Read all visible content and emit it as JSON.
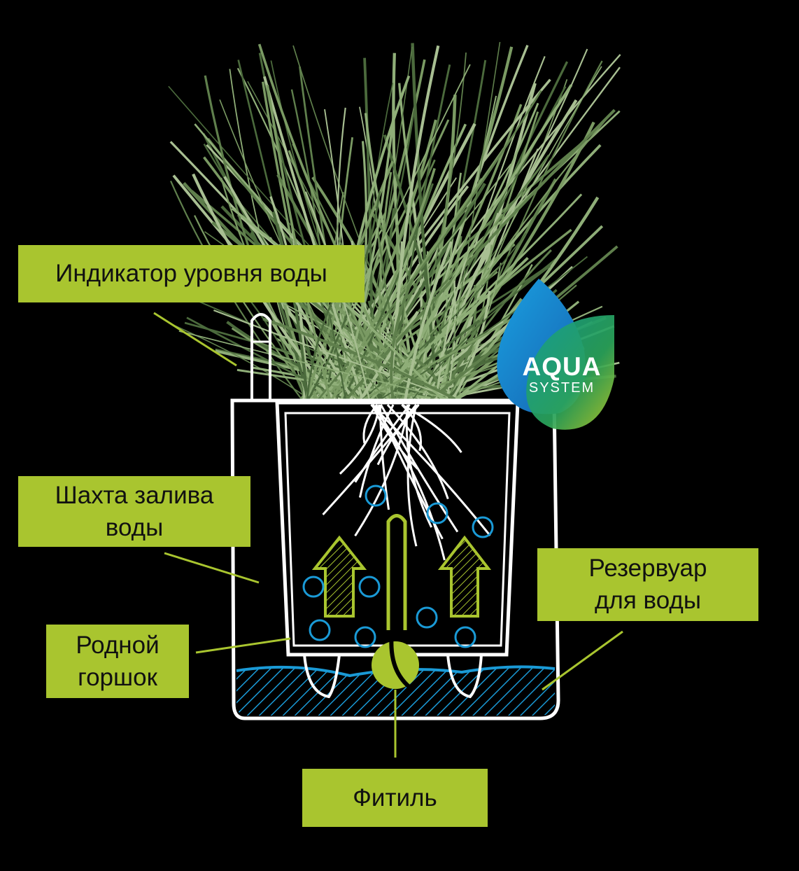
{
  "labels": {
    "water_level_indicator": "Индикатор уровня воды",
    "fill_shaft_line1": "Шахта залива",
    "fill_shaft_line2": "воды",
    "inner_pot_line1": "Родной",
    "inner_pot_line2": "горшок",
    "reservoir_line1": "Резервуар",
    "reservoir_line2": "для воды",
    "wick": "Фитиль"
  },
  "logo": {
    "line1": "AQUA",
    "line2": "SYSTEM"
  },
  "colors": {
    "label_bg": "#a9c52f",
    "chalk": "#ffffff",
    "water": "#1a9ad6",
    "leaf": "#6f8f5a",
    "logo_blue": "#1477c9",
    "logo_green": "#3fae5a"
  }
}
